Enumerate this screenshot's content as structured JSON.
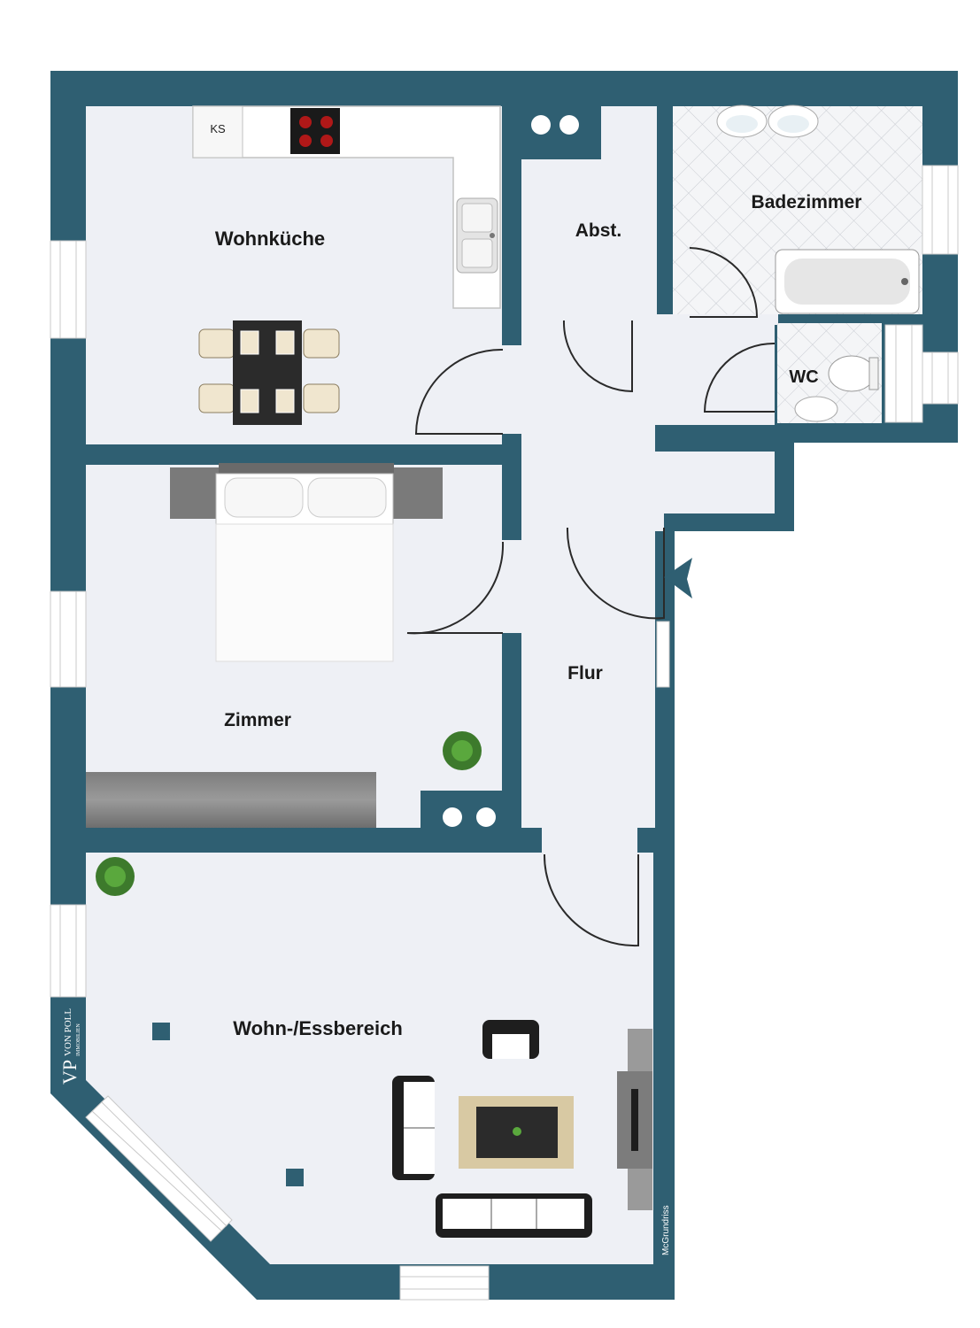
{
  "rooms": {
    "wohnkueche": "Wohnküche",
    "abstellraum": "Abst.",
    "badezimmer": "Badezimmer",
    "wc": "WC",
    "zimmer": "Zimmer",
    "flur": "Flur",
    "wohn_essbereich": "Wohn-/Essbereich"
  },
  "fixtures": {
    "fridge_label": "KS"
  },
  "branding": {
    "logo_mark": "VP",
    "company": "VON POLL",
    "company_sub": "IMMOBILIEN",
    "credit": "McGrundriss"
  },
  "colors": {
    "wall": "#2f5f72",
    "floor": "#eef0f5",
    "window": "#ffffff"
  }
}
